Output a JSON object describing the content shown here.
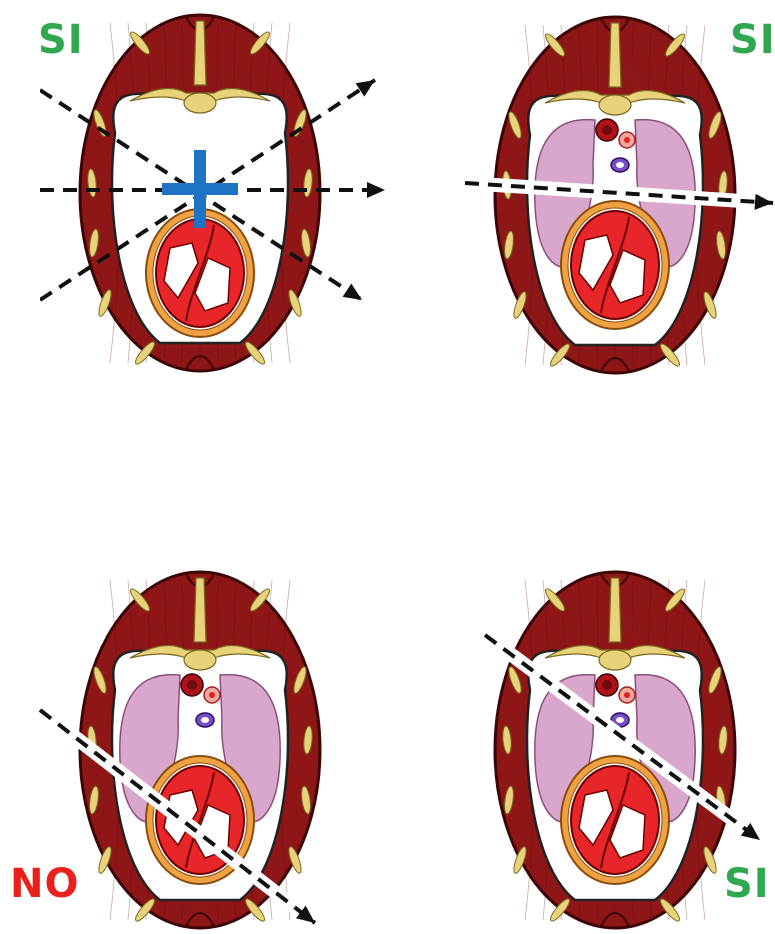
{
  "colors": {
    "yes": "#2fa84f",
    "no": "#e8211d",
    "muscle": "#8e1616",
    "muscle_dark": "#5e0a0a",
    "bone": "#e8d27a",
    "lung": "#d9a6cc",
    "heart": "#e8262a",
    "pericardium": "#f0a243",
    "vena": "#7a4cc8",
    "cross": "#1f73c4",
    "white": "#ffffff"
  },
  "panels": [
    {
      "id": "top-left",
      "label": "SI",
      "verdict": "yes",
      "organs": false,
      "probe": "cross-fan"
    },
    {
      "id": "top-right",
      "label": "SI",
      "verdict": "yes",
      "organs": true,
      "probe": "horizontal"
    },
    {
      "id": "bottom-left",
      "label": "NO",
      "verdict": "no",
      "organs": true,
      "probe": "diagonal-through-heart"
    },
    {
      "id": "bottom-right",
      "label": "SI",
      "verdict": "yes",
      "organs": true,
      "probe": "diagonal-through-mediastinum"
    }
  ]
}
